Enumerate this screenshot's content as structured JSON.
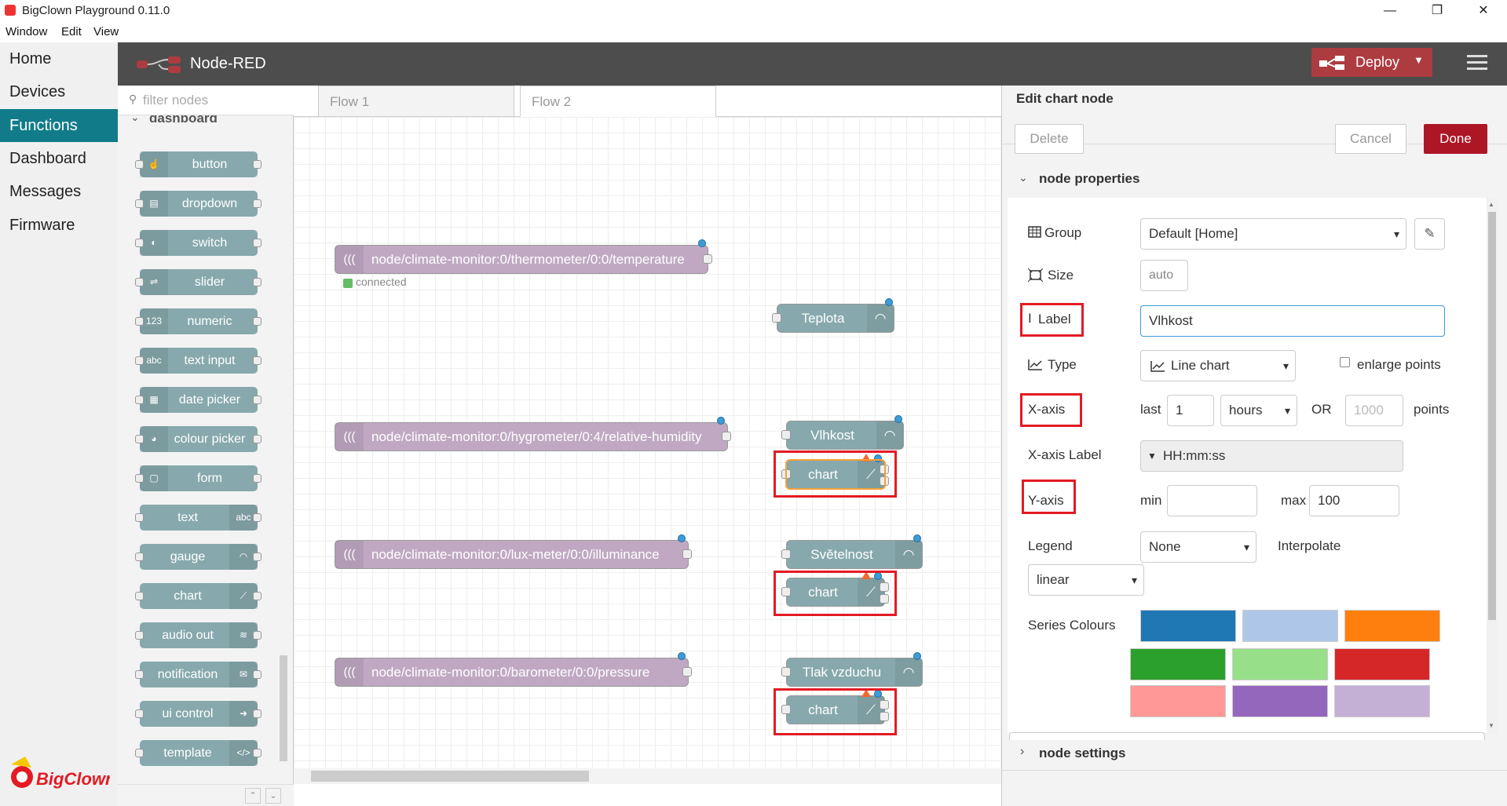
{
  "window": {
    "title": "BigClown Playground 0.11.0",
    "menu": [
      "Window",
      "Edit",
      "View"
    ]
  },
  "app_nav": [
    {
      "label": "Home"
    },
    {
      "label": "Devices"
    },
    {
      "label": "Functions"
    },
    {
      "label": "Dashboard"
    },
    {
      "label": "Messages"
    },
    {
      "label": "Firmware"
    }
  ],
  "header": {
    "title": "Node-RED",
    "deploy_label": "Deploy"
  },
  "palette": {
    "filter_placeholder": "filter nodes",
    "category": "dashboard",
    "nodes": [
      "button",
      "dropdown",
      "switch",
      "slider",
      "numeric",
      "text input",
      "date picker",
      "colour picker",
      "form",
      "text",
      "gauge",
      "chart",
      "audio out",
      "notification",
      "ui control",
      "template"
    ]
  },
  "workspace": {
    "tabs": [
      "Flow 1",
      "Flow 2"
    ],
    "nodes": {
      "temp": "node/climate-monitor:0/thermometer/0:0/temperature",
      "connected": "connected",
      "teplota": "Teplota",
      "hum": "node/climate-monitor:0/hygrometer/0:4/relative-humidity",
      "vlhkost": "Vlhkost",
      "chart": "chart",
      "lux": "node/climate-monitor:0/lux-meter/0:0/illuminance",
      "svetelnost": "Světelnost",
      "press": "node/climate-monitor:0/barometer/0:0/pressure",
      "tlak": "Tlak vzduchu"
    }
  },
  "edit": {
    "title": "Edit chart node",
    "delete": "Delete",
    "cancel": "Cancel",
    "done": "Done",
    "section_props": "node properties",
    "section_settings": "node settings",
    "group_label": "Group",
    "group_value": "Default [Home]",
    "size_label": "Size",
    "size_value": "auto",
    "label_label": "Label",
    "label_value": "Vlhkost",
    "type_label": "Type",
    "type_value": "Line chart",
    "enlarge": "enlarge points",
    "xaxis_label": "X-axis",
    "last": "last",
    "last_value": "1",
    "hours": "hours",
    "or": "OR",
    "points_placeholder": "1000",
    "points": "points",
    "xaxis_label_label": "X-axis Label",
    "xaxis_format": "HH:mm:ss",
    "yaxis_label": "Y-axis",
    "min": "min",
    "min_value": "",
    "max": "max",
    "max_value": "100",
    "legend_label": "Legend",
    "legend_value": "None",
    "interpolate": "Interpolate",
    "interp_value": "linear",
    "series_colours": "Series Colours",
    "colours": [
      "#1f77b4",
      "#aec7e8",
      "#ff7f0e",
      "#2ca02c",
      "#98df8a",
      "#d62728",
      "#ff9896",
      "#9467bd",
      "#c5b0d5"
    ]
  }
}
